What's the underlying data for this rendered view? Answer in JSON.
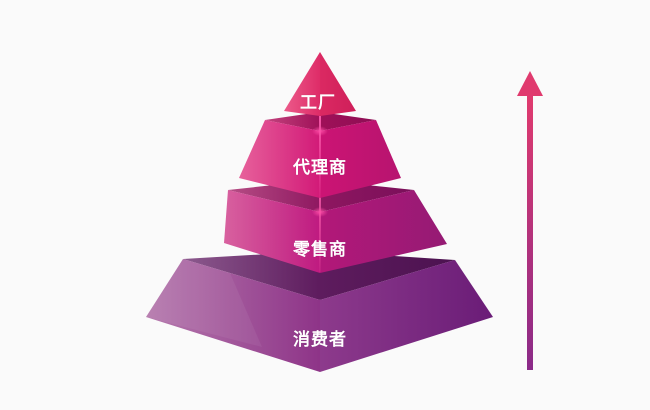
{
  "diagram": {
    "type": "pyramid",
    "tiers": [
      {
        "label": "工厂",
        "level": 1,
        "color_left": "#e6457e",
        "color_right": "#d8205f"
      },
      {
        "label": "代理商",
        "level": 2,
        "color_left": "#e2569a",
        "color_right": "#c81572"
      },
      {
        "label": "零售商",
        "level": 3,
        "color_left": "#d556a0",
        "color_right": "#a81a78"
      },
      {
        "label": "消费者",
        "level": 4,
        "color_left": "#b071a8",
        "color_right": "#6e1f78"
      }
    ],
    "arrow": {
      "direction": "up",
      "color_top": "#e03a6e",
      "color_bottom": "#8a2a88"
    },
    "background": "#fafafa"
  }
}
